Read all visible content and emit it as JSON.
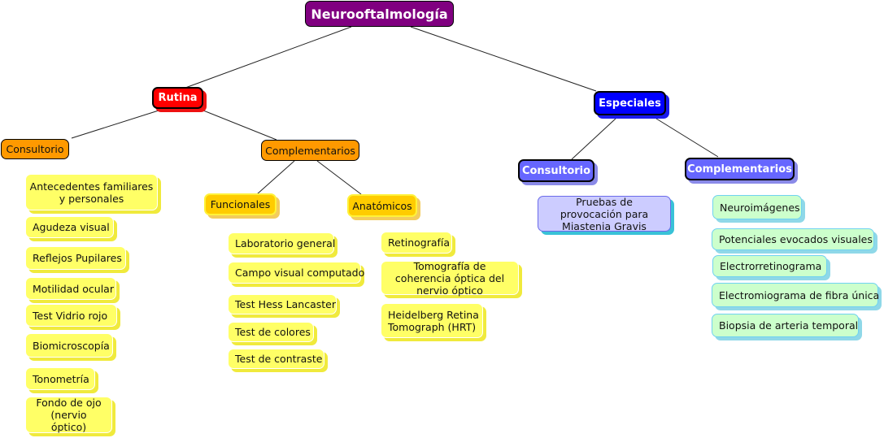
{
  "title": "Neurooftalmología",
  "rutina": {
    "label": "Rutina",
    "consultorio": {
      "label": "Consultorio",
      "items": [
        "Antecedentes familiares y personales",
        "Agudeza visual",
        "Reflejos Pupilares",
        "Motilidad ocular",
        "Test Vidrio rojo",
        "Biomicroscopía",
        "Tonometría",
        "Fondo de ojo (nervio óptico)"
      ]
    },
    "complementarios": {
      "label": "Complementarios",
      "funcionales": {
        "label": "Funcionales",
        "items": [
          "Laboratorio general",
          "Campo visual computado",
          "Test Hess Lancaster",
          "Test de colores",
          "Test de contraste"
        ]
      },
      "anatomicos": {
        "label": "Anatómicos",
        "items": [
          "Retinografía",
          "Tomografía de coherencia óptica del nervio óptico",
          "Heidelberg Retina Tomograph (HRT)"
        ]
      }
    }
  },
  "especiales": {
    "label": "Especiales",
    "consultorio": {
      "label": "Consultorio",
      "items": [
        "Pruebas de provocación para Miastenia Gravis"
      ]
    },
    "complementarios": {
      "label": "Complementarios",
      "items": [
        "Neuroimágenes",
        "Potenciales evocados visuales",
        "Electrorretinograma",
        "Electromiograma de fibra única",
        "Biopsia de arteria temporal"
      ]
    }
  },
  "colors": {
    "root": "#800080",
    "rutina": "#ff0000",
    "especiales": "#0000ff",
    "rutina_sub": "#ff9900",
    "complementarios_sub": "#ffcc00",
    "items_rutina": "#ffff66",
    "especiales_sub": "#6666ff",
    "especiales_consultorio_item": "#ccccff",
    "especiales_complementarios_item": "#ccffcc"
  }
}
